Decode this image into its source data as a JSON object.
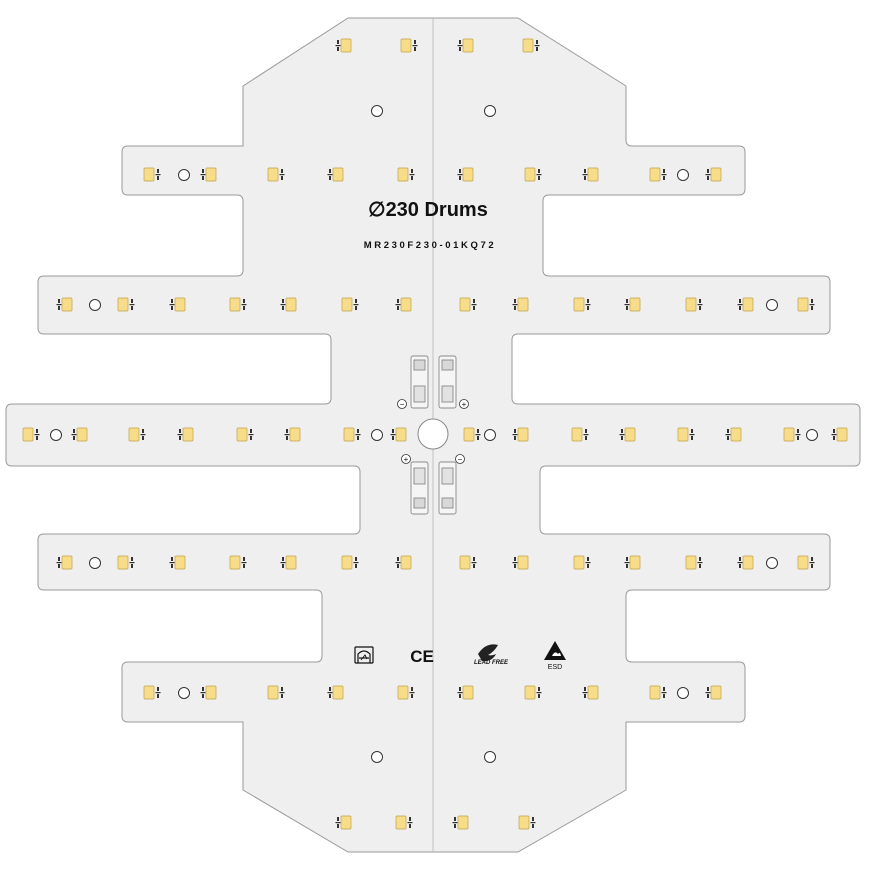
{
  "board": {
    "title": "∅230 Drums",
    "part_number": "MR230F230-01KQ72",
    "substrate_color": "#efefef",
    "outline_color": "#9a9a9a",
    "led_color": "#f7dc8a",
    "led_border_color": "#bfa24a"
  },
  "markings": {
    "ce": "CE",
    "lead_free": "LEAD FREE",
    "esd": "ESD",
    "polarity_plus": "+",
    "polarity_minus": "−"
  },
  "icons": [
    "class-ii-icon",
    "ce-mark-icon",
    "lead-free-icon",
    "esd-icon",
    "mounting-hole-icon",
    "polarity-plus-icon",
    "polarity-minus-icon",
    "led-chip-icon",
    "connector-icon"
  ]
}
